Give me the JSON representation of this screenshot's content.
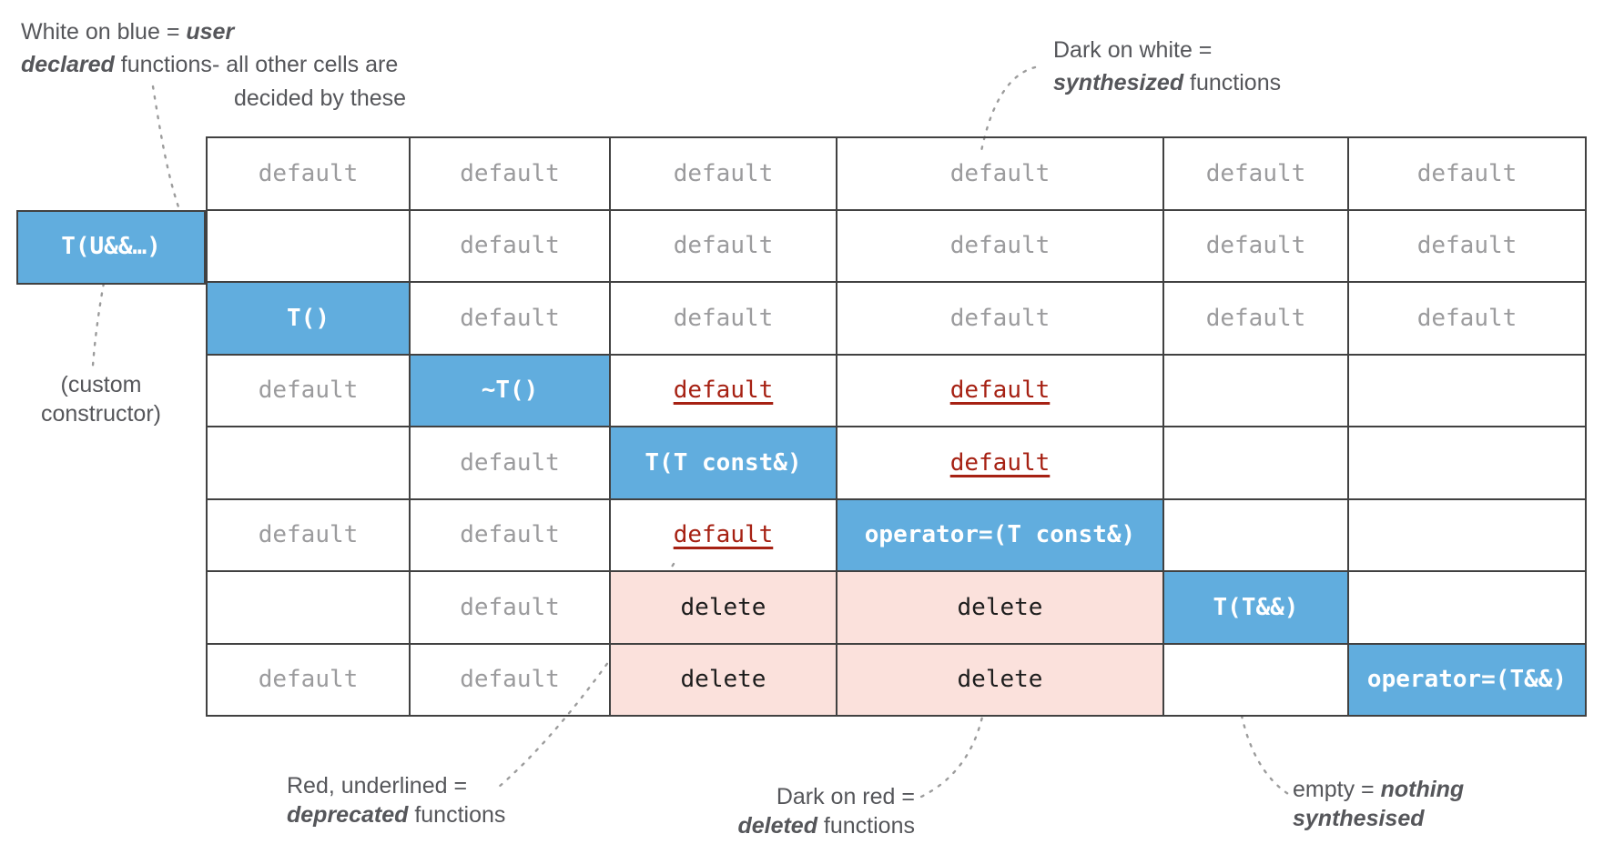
{
  "annotations": {
    "white_on_blue": {
      "normal1": "White on blue = ",
      "em1": "user",
      "em2": "declared",
      "normal2": " functions"
    },
    "all_other": {
      "line1": "- all other cells are",
      "line2": "decided by these"
    },
    "dark_on_white": {
      "line1": "Dark on white =",
      "em": "synthesized",
      "post": " functions"
    },
    "custom_ctor": {
      "line1": "(custom",
      "line2": "constructor)"
    },
    "red_underlined": {
      "line1": "Red, underlined =",
      "em": "deprecated",
      "post": " functions"
    },
    "dark_on_red": {
      "line1": "Dark on red =",
      "em": "deleted",
      "post": " functions"
    },
    "empty_nothing": {
      "pre": "empty = ",
      "em1": "nothing",
      "em2": "synthesised"
    }
  },
  "external_cell": {
    "label": "T(U&&…)"
  },
  "grid": {
    "columns": 6,
    "cell_type_meanings": {
      "user": "user declared (white on blue)",
      "synth": "synthesized (dark on white)",
      "deprecated": "deprecated (red, underlined)",
      "deleted": "deleted (dark on red)",
      "empty": "nothing synthesised"
    },
    "rows": [
      [
        {
          "t": "synth",
          "v": "default"
        },
        {
          "t": "synth",
          "v": "default"
        },
        {
          "t": "synth",
          "v": "default"
        },
        {
          "t": "synth",
          "v": "default"
        },
        {
          "t": "synth",
          "v": "default"
        },
        {
          "t": "synth",
          "v": "default"
        }
      ],
      [
        {
          "t": "empty",
          "v": ""
        },
        {
          "t": "synth",
          "v": "default"
        },
        {
          "t": "synth",
          "v": "default"
        },
        {
          "t": "synth",
          "v": "default"
        },
        {
          "t": "synth",
          "v": "default"
        },
        {
          "t": "synth",
          "v": "default"
        }
      ],
      [
        {
          "t": "user",
          "v": "T()"
        },
        {
          "t": "synth",
          "v": "default"
        },
        {
          "t": "synth",
          "v": "default"
        },
        {
          "t": "synth",
          "v": "default"
        },
        {
          "t": "synth",
          "v": "default"
        },
        {
          "t": "synth",
          "v": "default"
        }
      ],
      [
        {
          "t": "synth",
          "v": "default"
        },
        {
          "t": "user",
          "v": "~T()"
        },
        {
          "t": "deprecated",
          "v": "default"
        },
        {
          "t": "deprecated",
          "v": "default"
        },
        {
          "t": "empty",
          "v": ""
        },
        {
          "t": "empty",
          "v": ""
        }
      ],
      [
        {
          "t": "empty",
          "v": ""
        },
        {
          "t": "synth",
          "v": "default"
        },
        {
          "t": "user",
          "v": "T(T const&)"
        },
        {
          "t": "deprecated",
          "v": "default"
        },
        {
          "t": "empty",
          "v": ""
        },
        {
          "t": "empty",
          "v": ""
        }
      ],
      [
        {
          "t": "synth",
          "v": "default"
        },
        {
          "t": "synth",
          "v": "default"
        },
        {
          "t": "deprecated",
          "v": "default"
        },
        {
          "t": "user",
          "v": "operator=(T const&)"
        },
        {
          "t": "empty",
          "v": ""
        },
        {
          "t": "empty",
          "v": ""
        }
      ],
      [
        {
          "t": "empty",
          "v": ""
        },
        {
          "t": "synth",
          "v": "default"
        },
        {
          "t": "deleted",
          "v": "delete"
        },
        {
          "t": "deleted",
          "v": "delete"
        },
        {
          "t": "user",
          "v": "T(T&&)"
        },
        {
          "t": "empty",
          "v": ""
        }
      ],
      [
        {
          "t": "synth",
          "v": "default"
        },
        {
          "t": "synth",
          "v": "default"
        },
        {
          "t": "deleted",
          "v": "delete"
        },
        {
          "t": "deleted",
          "v": "delete"
        },
        {
          "t": "empty",
          "v": ""
        },
        {
          "t": "user",
          "v": "operator=(T&&)"
        }
      ]
    ]
  },
  "colors": {
    "user_blue": "#61adde",
    "deleted_pink": "#fbe1dc",
    "deprecated_red": "#a62113",
    "synth_gray": "#9b9b9d",
    "border": "#414141",
    "annotation_text": "#55565a",
    "dashed_line": "#9c9c9c"
  }
}
